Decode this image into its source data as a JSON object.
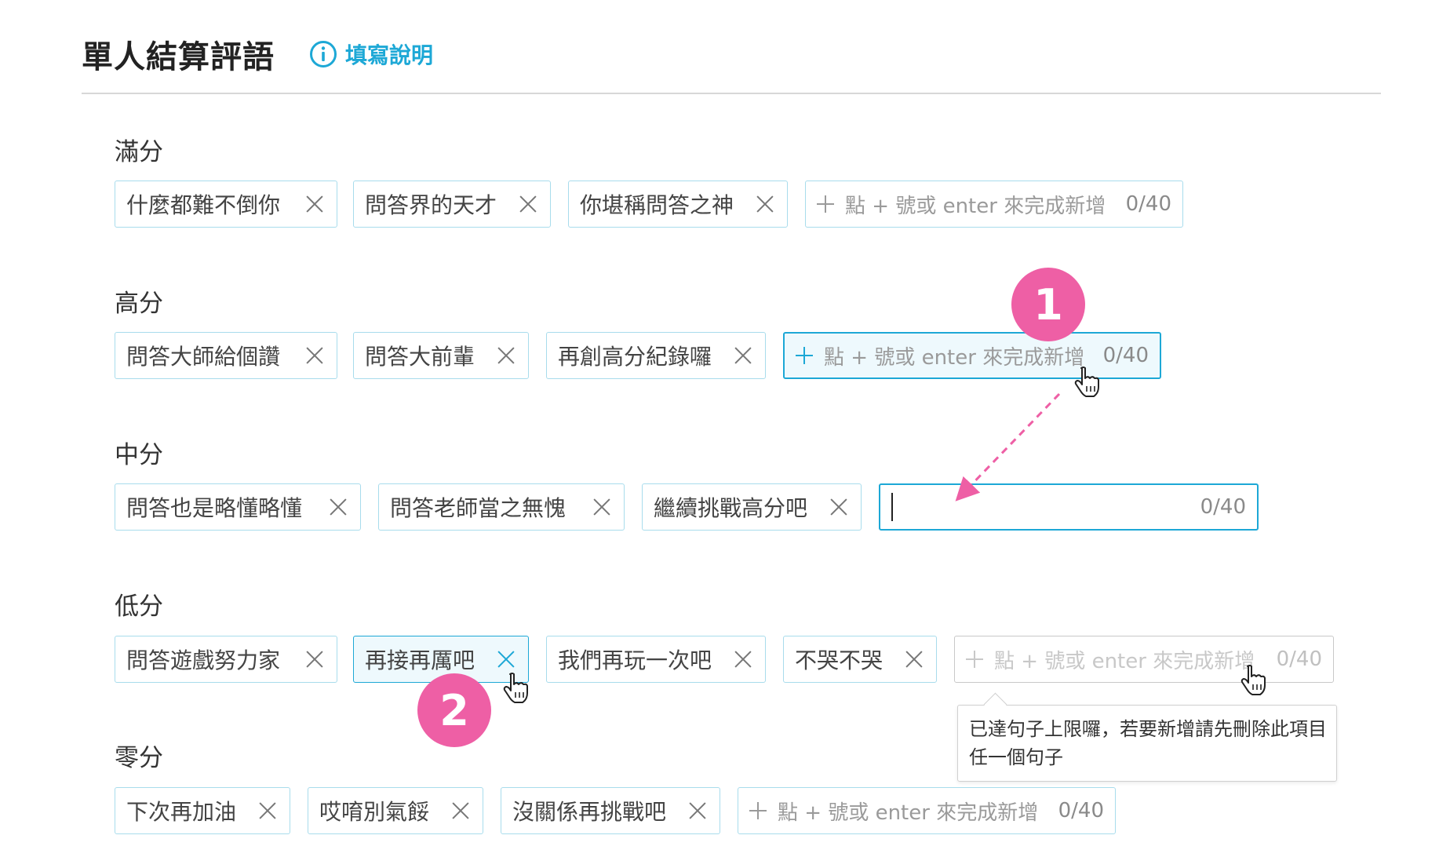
{
  "header": {
    "title": "單人結算評語",
    "help_label": "填寫說明"
  },
  "colors": {
    "accent": "#1da8d6",
    "tag_border": "#a8dcec",
    "badge": "#ee5fa5"
  },
  "adder": {
    "placeholder": "點 + 號或 enter 來完成新增",
    "counter": "0/40"
  },
  "sections": [
    {
      "label": "滿分",
      "tags": [
        "什麼都難不倒你",
        "問答界的天才",
        "你堪稱問答之神"
      ]
    },
    {
      "label": "高分",
      "tags": [
        "問答大師給個讚",
        "問答大前輩",
        "再創高分紀錄囉"
      ]
    },
    {
      "label": "中分",
      "tags": [
        "問答也是略懂略懂",
        "問答老師當之無愧",
        "繼續挑戰高分吧"
      ]
    },
    {
      "label": "低分",
      "tags": [
        "問答遊戲努力家",
        "再接再厲吧",
        "我們再玩一次吧",
        "不哭不哭"
      ]
    },
    {
      "label": "零分",
      "tags": [
        "下次再加油",
        "哎唷別氣餒",
        "沒關係再挑戰吧"
      ]
    }
  ],
  "tooltip": {
    "line1": "已達句子上限囉，若要新增請先刪除此項目",
    "line2": "任一個句子"
  },
  "badges": [
    "1",
    "2"
  ]
}
